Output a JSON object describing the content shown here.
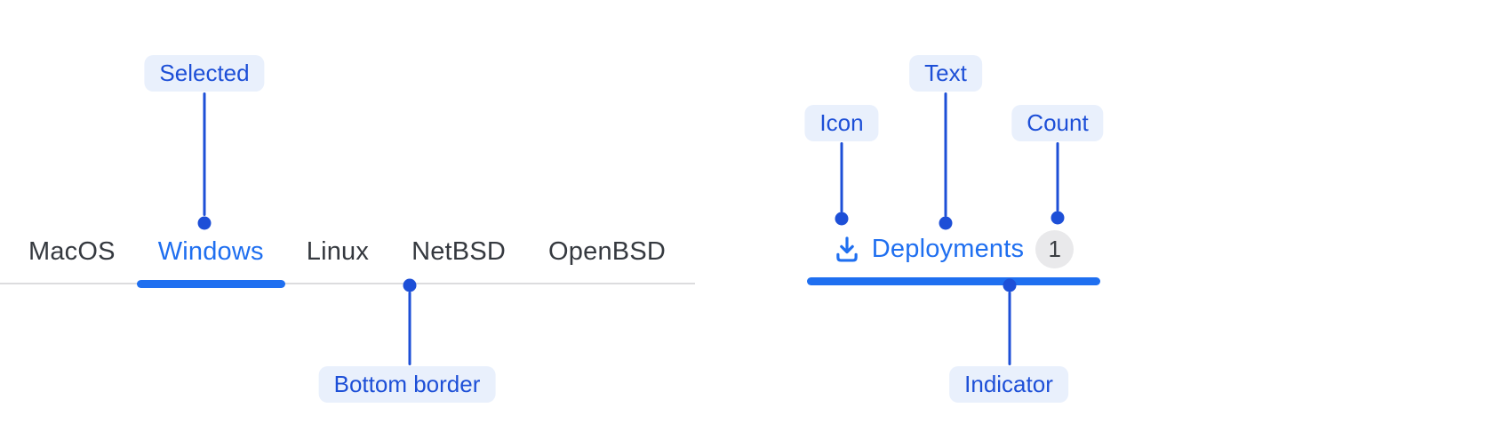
{
  "colors": {
    "accent": "#1f6ff0",
    "annotation": "#1d4fd7",
    "pill_bg": "#e9f0fc",
    "tab_text": "#35393f",
    "border": "#dcdcde",
    "badge_bg": "#e9e9eb",
    "badge_text": "#3a3d42"
  },
  "os_tabs": {
    "items": [
      {
        "label": "MacOS",
        "selected": false
      },
      {
        "label": "Windows",
        "selected": true
      },
      {
        "label": "Linux",
        "selected": false
      },
      {
        "label": "NetBSD",
        "selected": false
      },
      {
        "label": "OpenBSD",
        "selected": false
      }
    ]
  },
  "deployments_tab": {
    "icon": "download-icon",
    "label": "Deployments",
    "count": "1"
  },
  "annotations": {
    "selected": "Selected",
    "bottom_border": "Bottom border",
    "icon": "Icon",
    "text": "Text",
    "count": "Count",
    "indicator": "Indicator"
  }
}
